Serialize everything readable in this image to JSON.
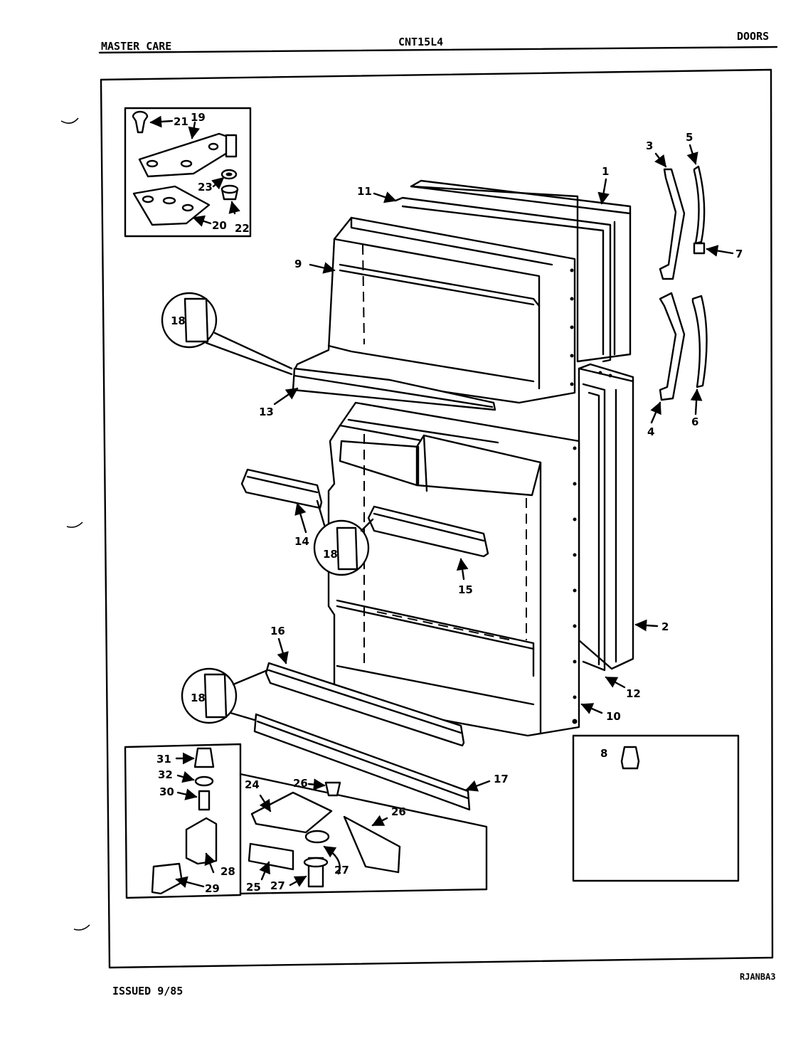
{
  "header": {
    "brand": "MASTER CARE",
    "model": "CNT15L4",
    "section": "DOORS"
  },
  "footer": {
    "issued": "ISSUED 9/85",
    "code": "RJANBA3"
  },
  "callouts": {
    "c1": "1",
    "c2": "2",
    "c3": "3",
    "c4": "4",
    "c5": "5",
    "c6": "6",
    "c7": "7",
    "c8": "8",
    "c9": "9",
    "c10": "10",
    "c11": "11",
    "c12": "12",
    "c13": "13",
    "c14": "14",
    "c15": "15",
    "c16": "16",
    "c17": "17",
    "c18a": "18",
    "c18b": "18",
    "c18c": "18",
    "c19": "19",
    "c20": "20",
    "c21": "21",
    "c22": "22",
    "c23": "23",
    "c24": "24",
    "c25": "25",
    "c26a": "26",
    "c26b": "26",
    "c27a": "27",
    "c27b": "27",
    "c28": "28",
    "c29": "29",
    "c30": "30",
    "c31": "31",
    "c32": "32"
  }
}
